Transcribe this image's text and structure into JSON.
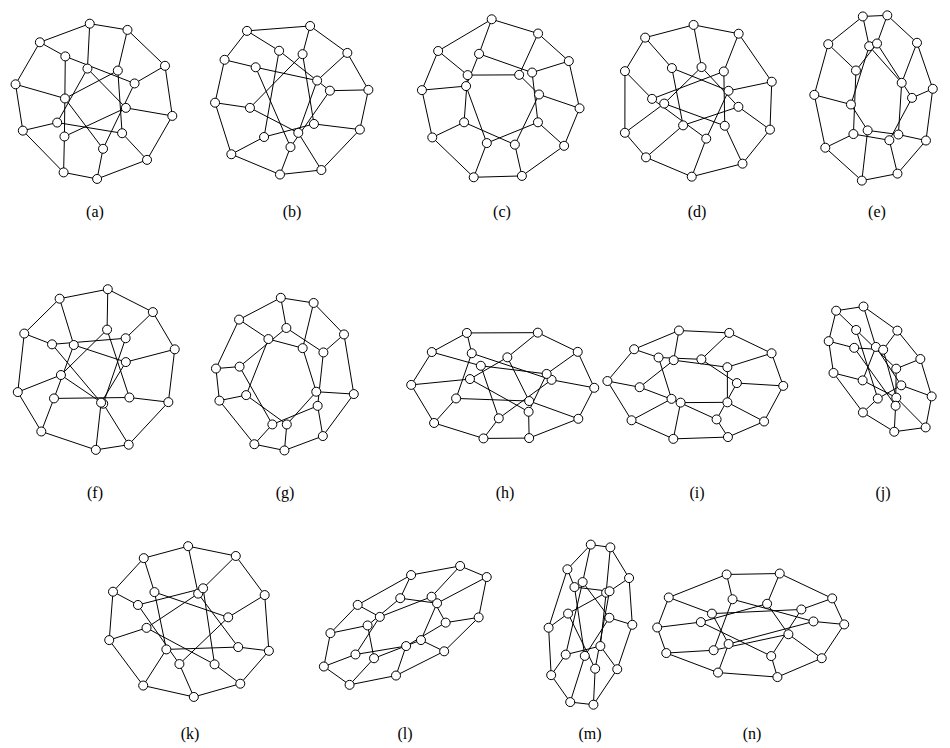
{
  "diagram": {
    "labels": [
      "(a)",
      "(b)",
      "(c)",
      "(d)",
      "(e)",
      "(f)",
      "(g)",
      "(h)",
      "(i)",
      "(j)",
      "(k)",
      "(l)",
      "(m)",
      "(n)"
    ]
  }
}
